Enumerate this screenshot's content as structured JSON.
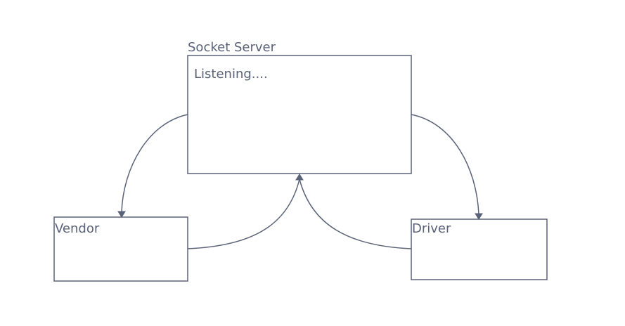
{
  "diagram": {
    "server": {
      "title": "Socket Server",
      "status": "Listening...."
    },
    "vendor": {
      "label": "Vendor"
    },
    "driver": {
      "label": "Driver"
    }
  },
  "colors": {
    "stroke": "#5a6278",
    "text": "#5a6278",
    "background": "#ffffff"
  }
}
